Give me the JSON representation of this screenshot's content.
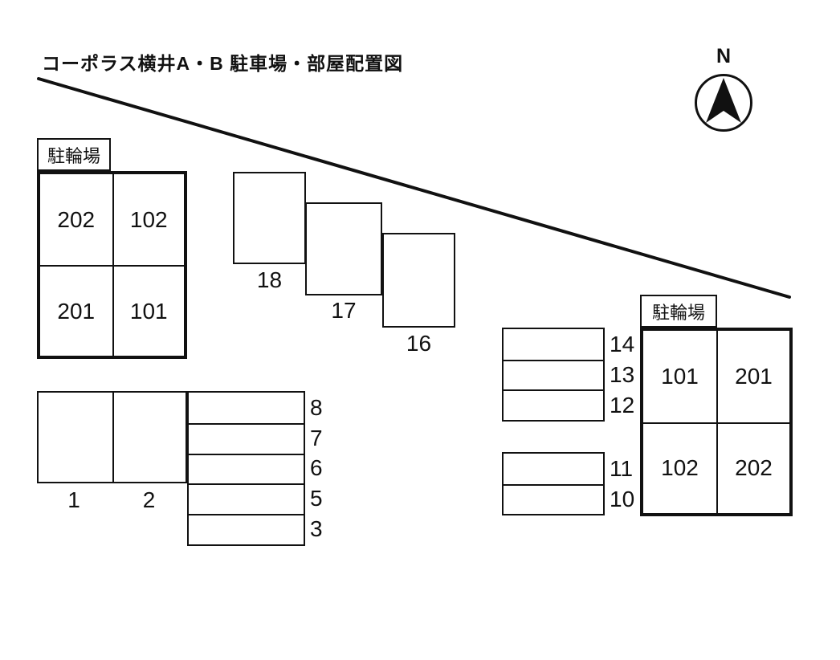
{
  "title": "コーポラス横井A・B 駐車場・部屋配置図",
  "compass": {
    "north_label": "N"
  },
  "building_a": {
    "bike_parking_label": "駐輪場",
    "rooms": {
      "top_left": "202",
      "top_right": "102",
      "bottom_left": "201",
      "bottom_right": "101"
    }
  },
  "building_b": {
    "bike_parking_label": "駐輪場",
    "rooms": {
      "top_left": "101",
      "top_right": "201",
      "bottom_left": "102",
      "bottom_right": "202"
    }
  },
  "parking_spaces": {
    "stair_row": [
      "18",
      "17",
      "16"
    ],
    "front_row": [
      "1",
      "2"
    ],
    "left_column": [
      "8",
      "7",
      "6",
      "5",
      "3"
    ],
    "right_upper_column": [
      "14",
      "13",
      "12"
    ],
    "right_lower_column": [
      "11",
      "10"
    ]
  },
  "colors": {
    "ink": "#111111",
    "background": "#ffffff"
  }
}
